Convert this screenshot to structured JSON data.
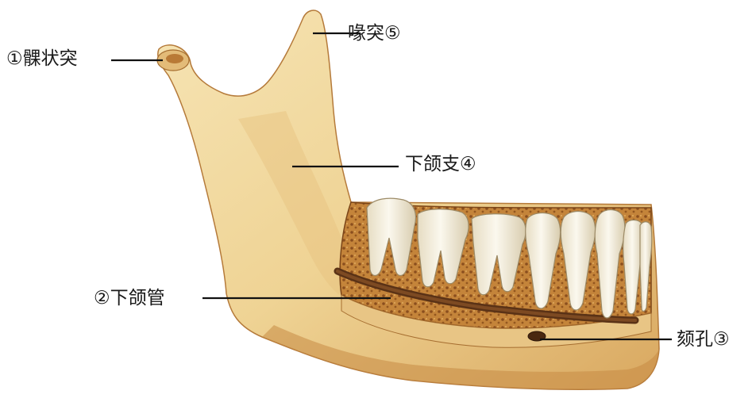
{
  "figure": {
    "subject": "mandible",
    "colors": {
      "bone": "#f0d79a",
      "bone_shadow": "#c8954e",
      "bone_dark": "#a86a32",
      "cancellous": "#c4843a",
      "canal": "#5a3216",
      "enamel": "#f7f3e6",
      "leader_line": "#111111"
    }
  },
  "labels": {
    "condylar_process": "①髁状突",
    "coronoid_process": "喙突⑤",
    "ramus": "下颌支④",
    "mandibular_canal": "②下颌管",
    "mental_foramen": "颏孔③"
  }
}
